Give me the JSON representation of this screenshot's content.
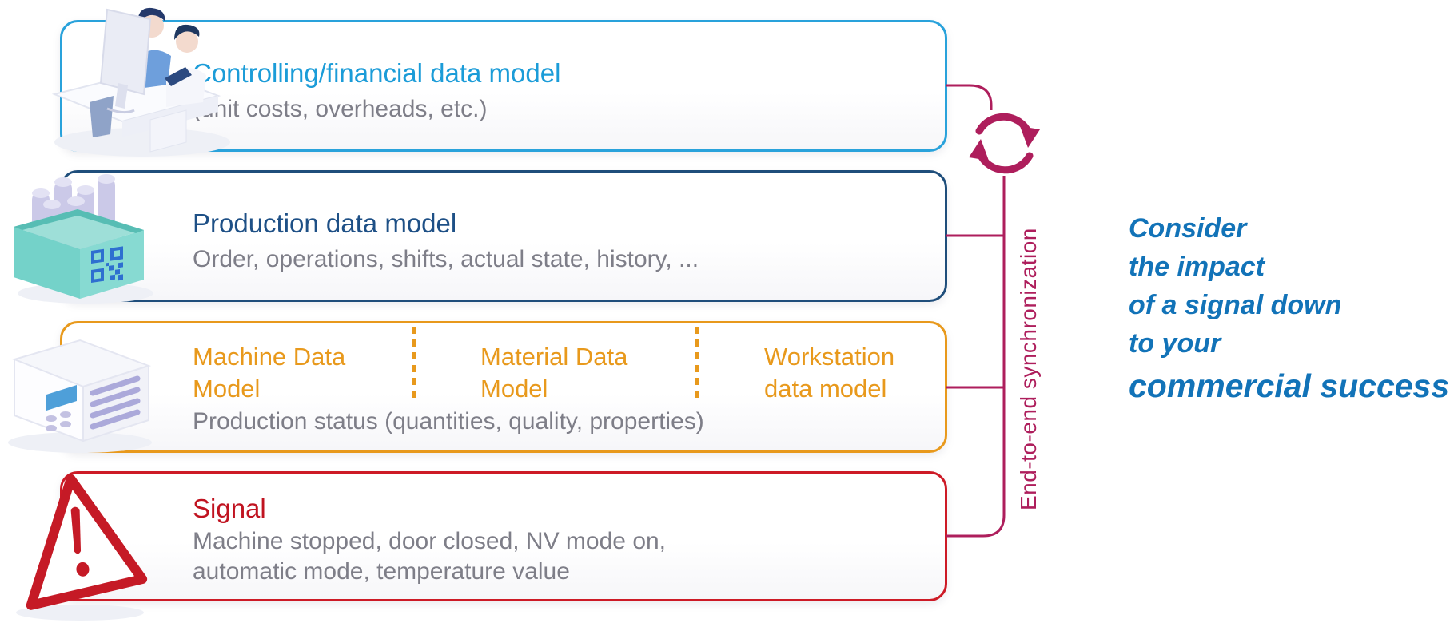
{
  "boxes": [
    {
      "title": "Controlling/financial data model",
      "subtitle": "(unit costs, overheads, etc.)",
      "accent_color": "#29A2DB",
      "title_color": "#1B9CD8",
      "icon": "people-at-computer-icon"
    },
    {
      "title": "Production data model",
      "subtitle": "Order, operations, shifts, actual state, history, ...",
      "accent_color": "#1F4E7B",
      "title_color": "#1E5086",
      "icon": "container-rods-qr-icon"
    },
    {
      "columns": [
        {
          "line1": "Machine Data",
          "line2": "Model"
        },
        {
          "line1": "Material Data",
          "line2": "Model"
        },
        {
          "line1": "Workstation",
          "line2": "data model"
        }
      ],
      "subtitle": "Production status (quantities, quality, properties)",
      "accent_color": "#E8991C",
      "title_color": "#E8991C",
      "icon": "machine-panel-icon"
    },
    {
      "title": "Signal",
      "subtitle_lines": [
        "Machine stopped, door closed, NV mode on,",
        "automatic mode, temperature value"
      ],
      "accent_color": "#CD1A26",
      "title_color": "#C01320",
      "icon": "warning-triangle-icon"
    }
  ],
  "sync": {
    "label": "End-to-end synchronization",
    "color": "#AE1E5C",
    "icon": "sync-arrows-icon"
  },
  "aside": {
    "lines": [
      "Consider",
      "the impact",
      "of a signal down",
      "to your"
    ],
    "emphasis": "commercial success",
    "color": "#1273B8"
  },
  "palette": {
    "muted_text": "#7E7E88",
    "box_background": "#FFFFFF",
    "teal_icon": "#7BD2CA",
    "lavender_icon": "#C9C7E6",
    "qr_blue": "#2E6FD0"
  }
}
